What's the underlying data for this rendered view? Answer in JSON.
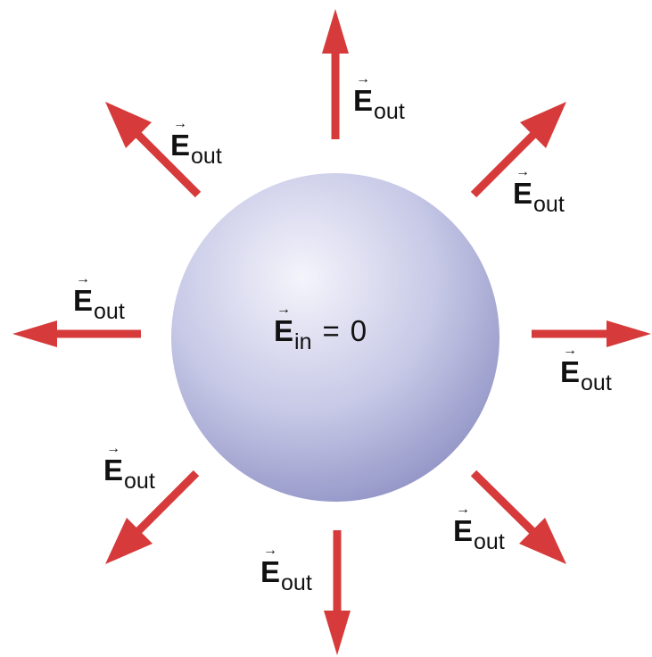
{
  "colors": {
    "arrow": "#d63a3a",
    "sphere_highlight": "#f4f4fb",
    "sphere_mid": "#b9bbe0",
    "sphere_edge": "#8e90c4",
    "text": "#111111"
  },
  "center_label": {
    "symbol": "E",
    "subscript": "in",
    "equals": "=",
    "value": "0"
  },
  "field_labels": [
    {
      "symbol": "E",
      "subscript": "out"
    },
    {
      "symbol": "E",
      "subscript": "out"
    },
    {
      "symbol": "E",
      "subscript": "out"
    },
    {
      "symbol": "E",
      "subscript": "out"
    },
    {
      "symbol": "E",
      "subscript": "out"
    },
    {
      "symbol": "E",
      "subscript": "out"
    },
    {
      "symbol": "E",
      "subscript": "out"
    },
    {
      "symbol": "E",
      "subscript": "out"
    }
  ]
}
